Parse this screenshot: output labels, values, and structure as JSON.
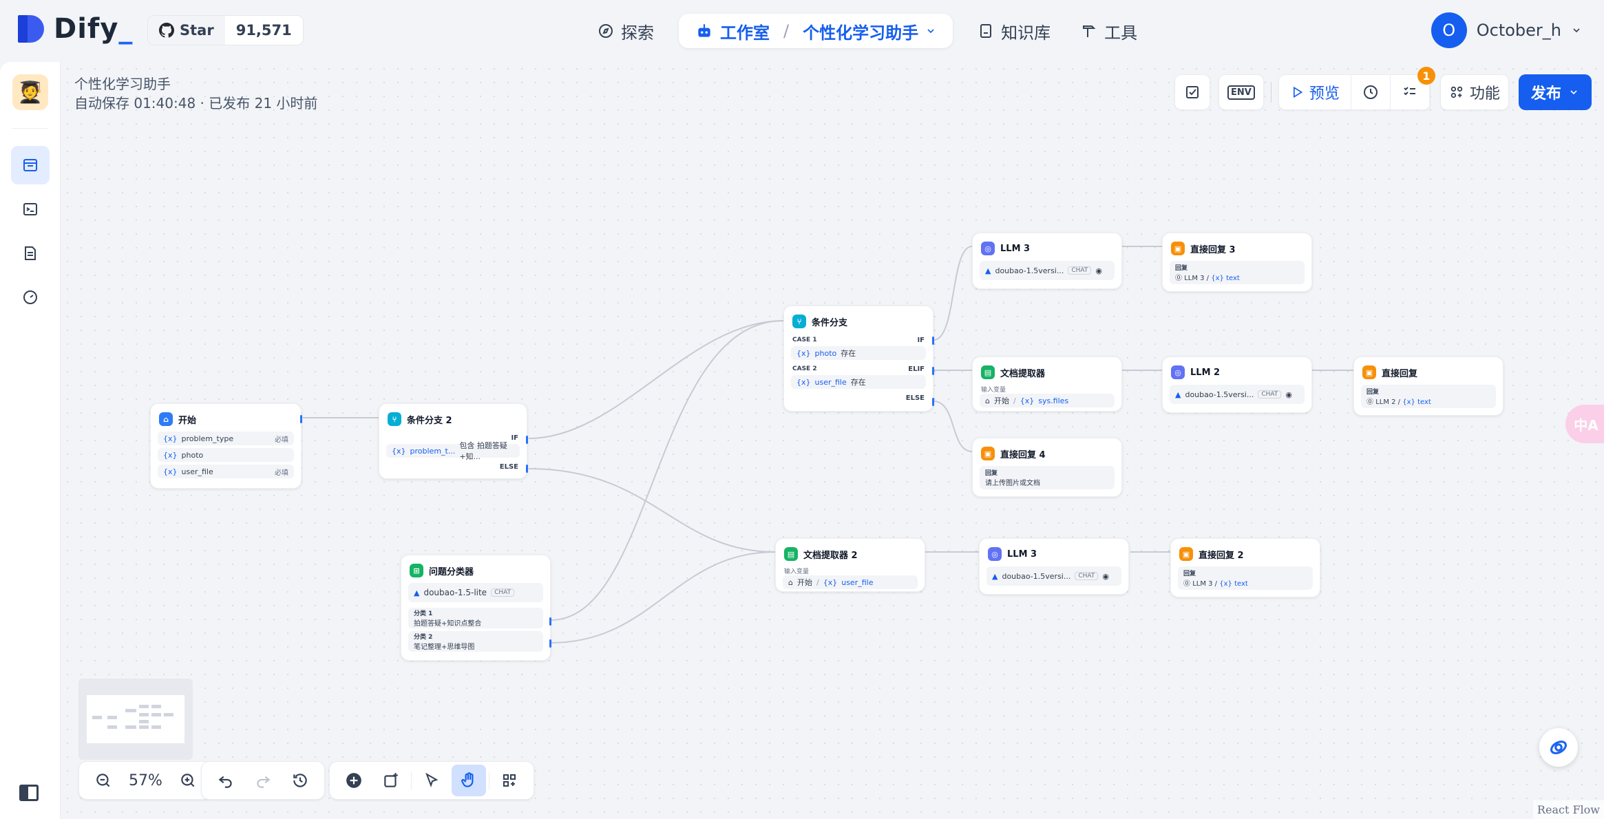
{
  "brand": {
    "name": "Dify",
    "suffix": "_"
  },
  "github": {
    "star_label": "Star",
    "count": "91,571"
  },
  "nav": {
    "explore": "探索",
    "studio": "工作室",
    "app_name": "个性化学习助手",
    "knowledge": "知识库",
    "tools": "工具"
  },
  "user": {
    "initial": "O",
    "name": "October_h"
  },
  "app": {
    "title": "个性化学习助手",
    "status": "自动保存 01:40:48 · 已发布 21 小时前"
  },
  "toolbar": {
    "env": "ENV",
    "preview": "预览",
    "checklist_badge": "1",
    "features": "功能",
    "publish": "发布"
  },
  "nodes": {
    "start": {
      "title": "开始",
      "vars": [
        {
          "name": "problem_type",
          "tag": "必填"
        },
        {
          "name": "photo",
          "tag": ""
        },
        {
          "name": "user_file",
          "tag": "必填"
        }
      ]
    },
    "ifelse2": {
      "title": "条件分支 2",
      "if": "IF",
      "cond_var": "problem_t...",
      "cond_text": "包含 拍题答疑+知...",
      "else": "ELSE"
    },
    "classifier": {
      "title": "问题分类器",
      "model": "doubao-1.5-lite",
      "chip": "CHAT",
      "class1_label": "分类 1",
      "class1_text": "拍题答疑+知识点整合",
      "class2_label": "分类 2",
      "class2_text": "笔记整理+思维导图"
    },
    "ifelse": {
      "title": "条件分支",
      "case1": "CASE 1",
      "if": "IF",
      "cond1_var": "photo",
      "cond1_text": "存在",
      "case2": "CASE 2",
      "elif": "ELIF",
      "cond2_var": "user_file",
      "cond2_text": "存在",
      "else": "ELSE"
    },
    "llm3_top": {
      "title": "LLM 3",
      "model": "doubao-1.5versi...",
      "chip": "CHAT"
    },
    "answer3": {
      "title": "直接回复 3",
      "label": "回复",
      "src": "LLM 3",
      "var": "text"
    },
    "docex": {
      "title": "文档提取器",
      "label": "输入变量",
      "src": "开始",
      "var": "sys.files"
    },
    "llm2": {
      "title": "LLM 2",
      "model": "doubao-1.5versi...",
      "chip": "CHAT"
    },
    "answer": {
      "title": "直接回复",
      "label": "回复",
      "src": "LLM 2",
      "var": "text"
    },
    "answer4": {
      "title": "直接回复 4",
      "label": "回复",
      "text": "请上传图片或文档"
    },
    "docex2": {
      "title": "文档提取器 2",
      "label": "输入变量",
      "src": "开始",
      "var": "user_file"
    },
    "llm3_bottom": {
      "title": "LLM 3",
      "model": "doubao-1.5versi...",
      "chip": "CHAT"
    },
    "answer2": {
      "title": "直接回复 2",
      "label": "回复",
      "src": "LLM 3",
      "var": "text"
    }
  },
  "controls": {
    "zoom": "57%"
  },
  "float_badge": "中A",
  "footer": {
    "react_flow": "React Flow"
  }
}
